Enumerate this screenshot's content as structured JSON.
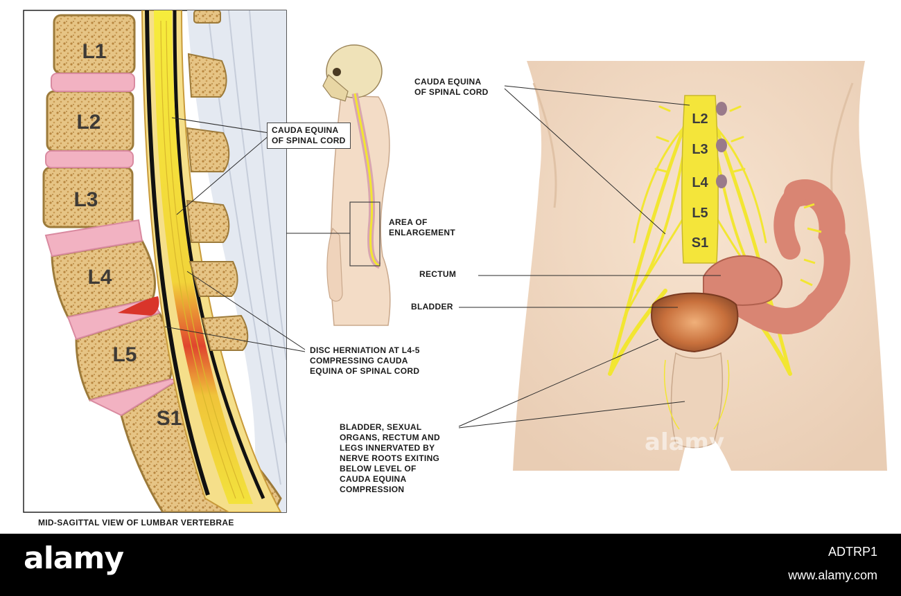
{
  "left_panel": {
    "vertebrae": [
      "L1",
      "L2",
      "L3",
      "L4",
      "L5",
      "S1"
    ],
    "caption": "MID-SAGITTAL VIEW OF LUMBAR VERTEBRAE"
  },
  "middle": {
    "cauda_label": [
      "CAUDA EQUINA",
      "OF SPINAL CORD"
    ],
    "enlargement_label": [
      "AREA OF",
      "ENLARGEMENT"
    ],
    "herniation_label": [
      "DISC HERNIATION AT L4-5",
      "COMPRESSING CAUDA",
      "EQUINA OF SPINAL CORD"
    ]
  },
  "right_panel": {
    "vertebrae": [
      "L2",
      "L3",
      "L4",
      "L5",
      "S1"
    ],
    "cauda_label": [
      "CAUDA EQUINA",
      "OF SPINAL CORD"
    ],
    "rectum_label": "RECTUM",
    "bladder_label": "BLADDER",
    "innervation_label": [
      "BLADDER, SEXUAL",
      "ORGANS, RECTUM AND",
      "LEGS INNERVATED BY",
      "NERVE ROOTS EXITING",
      "BELOW LEVEL OF",
      "CAUDA EQUINA",
      "COMPRESSION"
    ]
  },
  "watermark": "alamy",
  "footer": {
    "brand": "alamy",
    "image_id": "ADTRP1",
    "site": "www.alamy.com"
  },
  "colors": {
    "nerve": "#f2e632",
    "bone": "#e8c98a",
    "disc": "#f3b6c4",
    "skin": "#f3dcc6",
    "herniation": "#d9352a",
    "colon": "#d98573"
  }
}
